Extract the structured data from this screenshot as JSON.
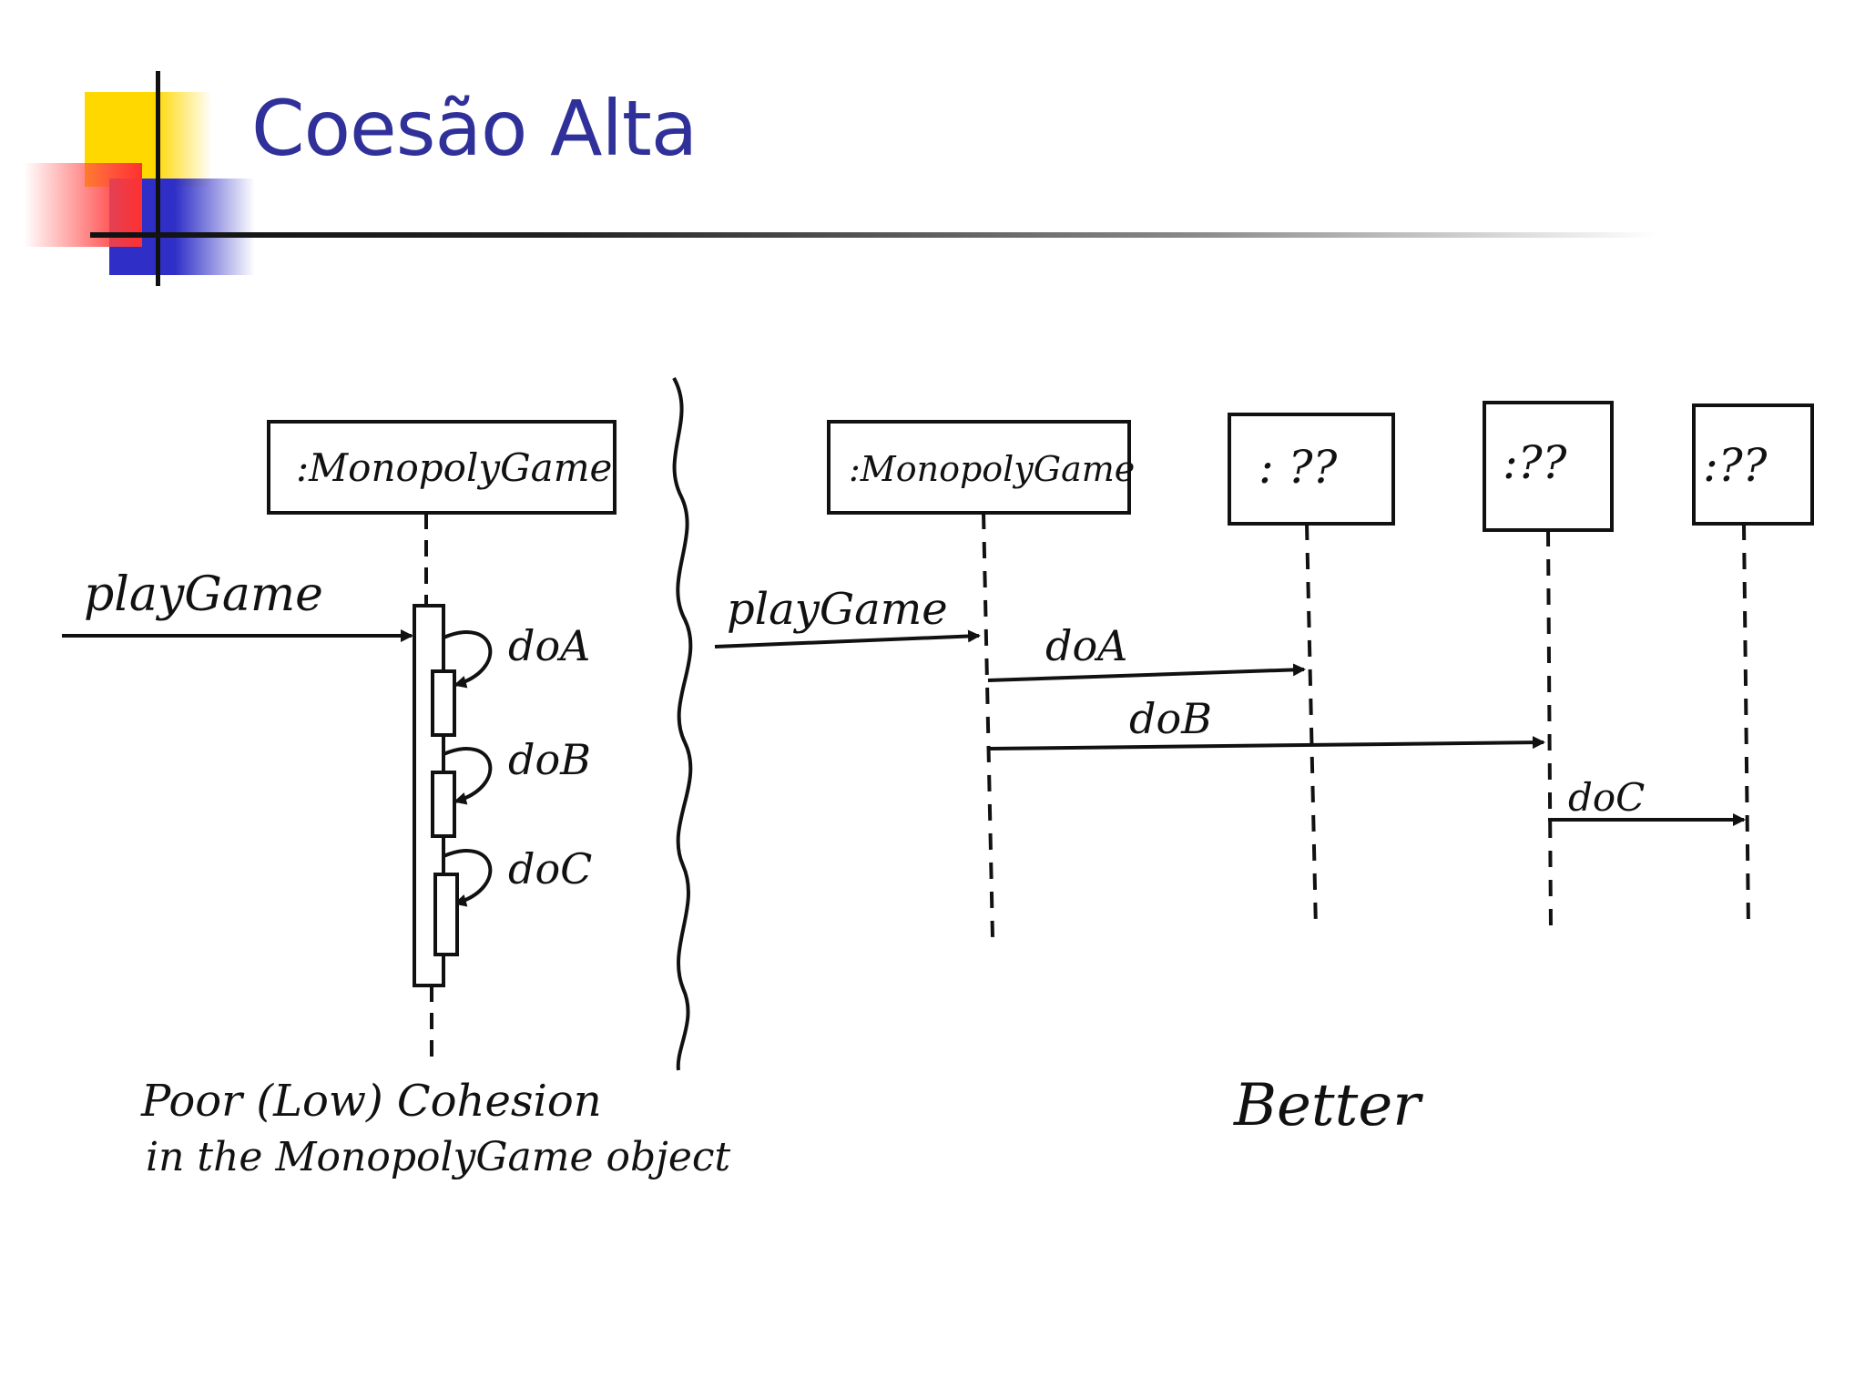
{
  "slide": {
    "title": "Coesão Alta"
  },
  "diagram": {
    "left": {
      "object_label": ":MonopolyGame",
      "incoming_message": "playGame",
      "self_calls": [
        "doA",
        "doB",
        "doC"
      ],
      "caption_line1": "Poor (Low) Cohesion",
      "caption_line2": "in the MonopolyGame object"
    },
    "right": {
      "objects": [
        ":MonopolyGame",
        ": ??",
        ":??",
        ":??"
      ],
      "incoming_message": "playGame",
      "messages": [
        {
          "label": "doA",
          "from": ":MonopolyGame",
          "to": "object 2"
        },
        {
          "label": "doB",
          "from": ":MonopolyGame",
          "to": "object 3"
        },
        {
          "label": "doC",
          "from": "object 3",
          "to": "object 4"
        }
      ],
      "caption": "Better"
    }
  }
}
